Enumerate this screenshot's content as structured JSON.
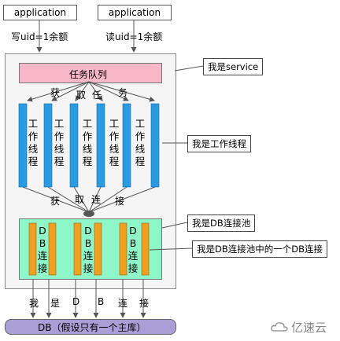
{
  "clients": [
    {
      "label": "application",
      "op": "写uid=1余额"
    },
    {
      "label": "application",
      "op": "读uid=1余额"
    }
  ],
  "service": {
    "task_queue": "任务队列",
    "take_task_chars": [
      "获",
      "取",
      "任",
      "务"
    ],
    "threads": [
      "工作线程",
      "工作线程",
      "工作线程",
      "工作线程",
      "工作线程"
    ],
    "get_conn_chars": [
      "获",
      "取",
      "连",
      "接"
    ],
    "connections": [
      "DB连接",
      "DB连接",
      "DB连接"
    ],
    "conn_down_chars": [
      "我",
      "是",
      "D",
      "B",
      "连",
      "接"
    ]
  },
  "callouts": {
    "service": "我是service",
    "thread": "我是工作线程",
    "pool": "我是DB连接池",
    "connection": "我是DB连接池中的一个DB连接"
  },
  "database": {
    "label": "DB（假设只有一个主库）"
  },
  "watermark": {
    "text": "亿速云"
  },
  "colors": {
    "task_queue": "#f8b8c8",
    "thread_bar": "#2a9be0",
    "pool_bg": "#8ef7c9",
    "connection": "#f0a020",
    "database": "#a99fd6",
    "service_bg": "#f5f5f5"
  }
}
